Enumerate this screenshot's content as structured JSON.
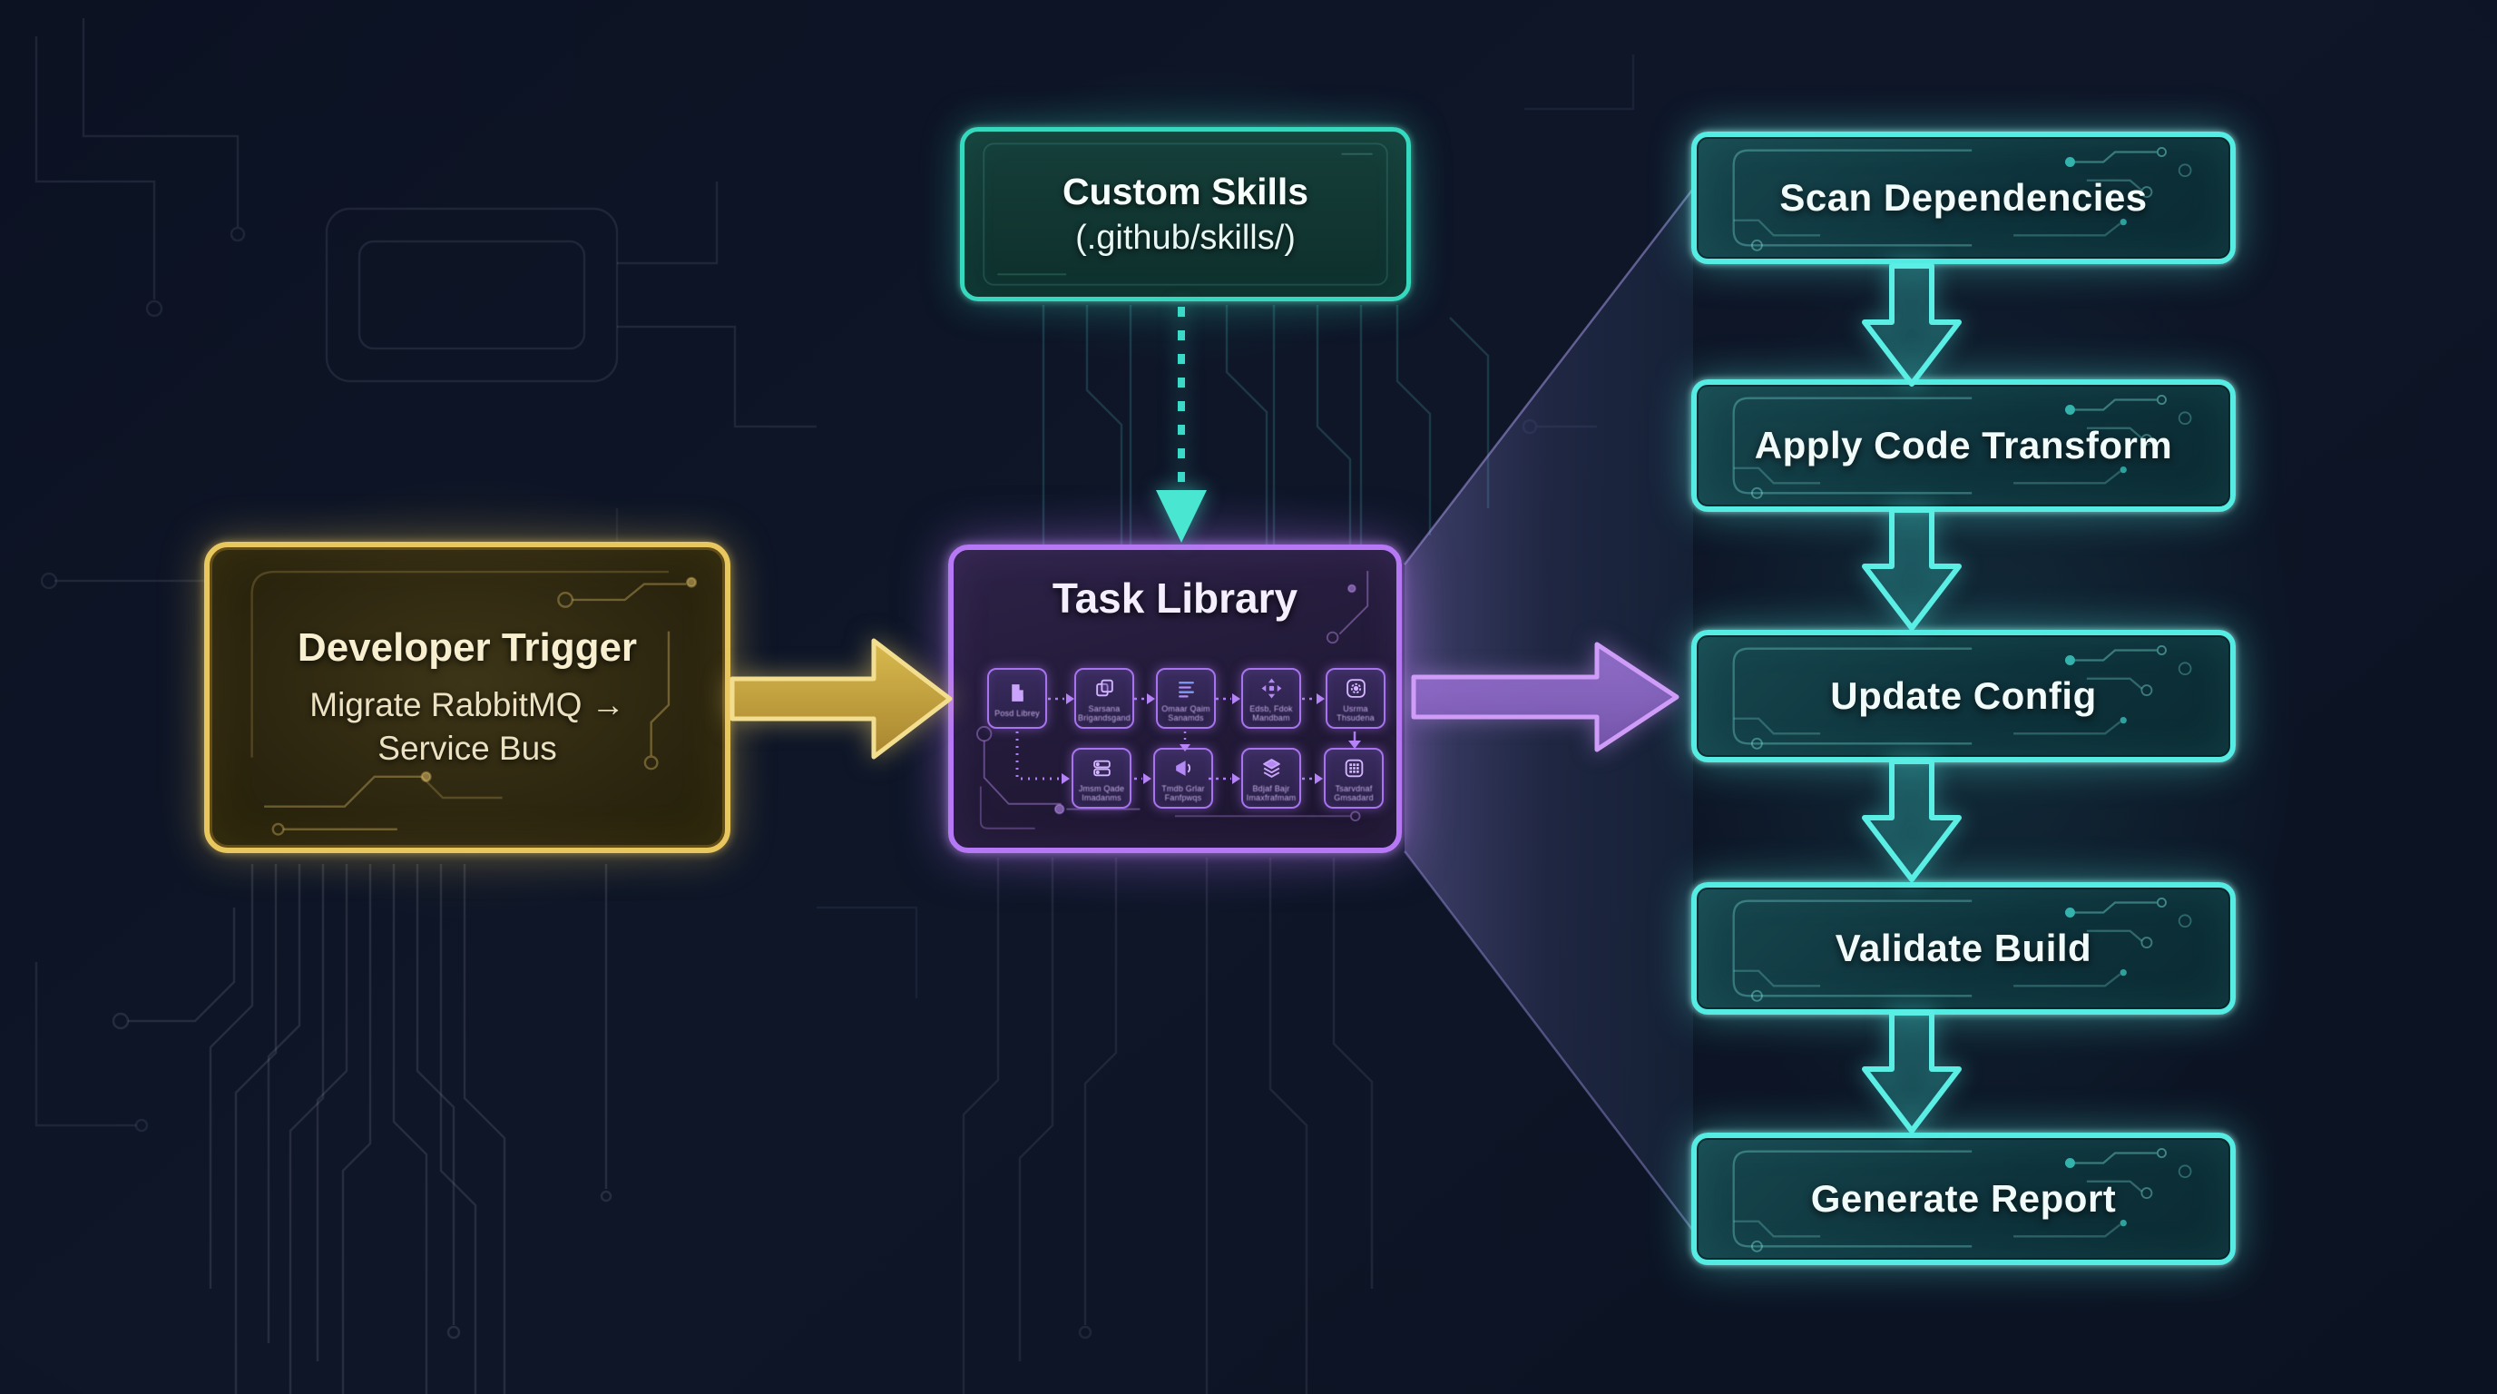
{
  "canvas": {
    "background": "#0d1424"
  },
  "developer_trigger": {
    "title": "Developer Trigger",
    "task_line1": "Migrate RabbitMQ →",
    "task_line2": "Service Bus",
    "accent_color": "#e9c75f"
  },
  "custom_skills": {
    "title": "Custom Skills",
    "path": "(.github/skills/)",
    "accent_color": "#36d9bd"
  },
  "task_library": {
    "title": "Task Library",
    "accent_color": "#b678f4",
    "tasks": [
      {
        "icon": "library-icon",
        "lines": [
          "Posd Librey"
        ]
      },
      {
        "icon": "copy-icon",
        "lines": [
          "Sarsana",
          "Brigandsgand"
        ]
      },
      {
        "icon": "list-icon",
        "lines": [
          "Omaar Qaim",
          "Sanamds"
        ]
      },
      {
        "icon": "move-arrows-icon",
        "lines": [
          "Edsb, Fdok",
          "Mandbam"
        ]
      },
      {
        "icon": "gear-icon",
        "lines": [
          "Usrma",
          "Thsudena"
        ]
      },
      {
        "icon": "server-icon",
        "lines": [
          "Jmsm Qade",
          "Imadanms"
        ]
      },
      {
        "icon": "megaphone-icon",
        "lines": [
          "Tmdb Grlar",
          "Fanfpwqs"
        ]
      },
      {
        "icon": "layers-icon",
        "lines": [
          "Bdjaf Bajr",
          "Imaxfrafmam"
        ]
      },
      {
        "icon": "grid-icon",
        "lines": [
          "Tsarvdnaf",
          "Gmsadard"
        ]
      }
    ]
  },
  "pipeline": {
    "accent_color": "#54ece3",
    "steps": [
      {
        "label": "Scan Dependencies"
      },
      {
        "label": "Apply Code Transform"
      },
      {
        "label": "Update Config"
      },
      {
        "label": "Validate Build"
      },
      {
        "label": "Generate Report"
      }
    ]
  }
}
